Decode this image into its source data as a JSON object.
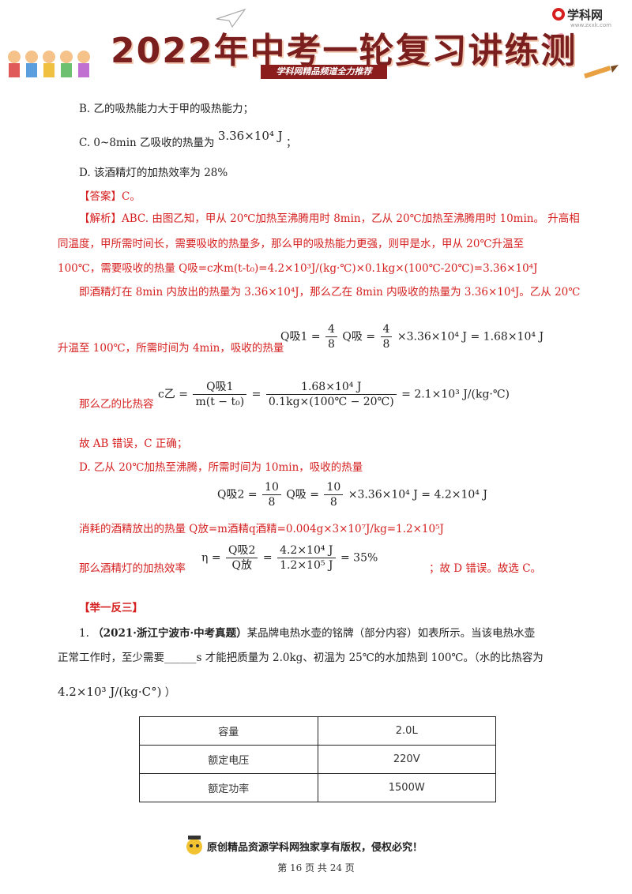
{
  "header": {
    "title": "2022年中考一轮复习讲练测",
    "subtitle": "学科网精品频道全力推荐",
    "logo": "学科网",
    "logo_url_text": "www.zxxk.com"
  },
  "options": {
    "b": "B. 乙的吸热能力大于甲的吸热能力；",
    "c_prefix": "C. 0~8min 乙吸收的热量为",
    "c_value": "3.36×10⁴ J",
    "c_suffix": "；",
    "d": "D. 该酒精灯的加热效率为 28%"
  },
  "answer": "【答案】C。",
  "analysis": {
    "line1": "【解析】ABC. 由图乙知，甲从 20℃加热至沸腾用时 8min，乙从 20℃加热至沸腾用时 10min。 升高相",
    "line2": "同温度，甲所需时间长，需要吸收的热量多，那么甲的吸热能力更强，则甲是水，甲从 20℃升温至",
    "line3": "100℃，需要吸收的热量 Q吸=c水m(t-t₀)=4.2×10³J/(kg·℃)×0.1kg×(100℃-20℃)=3.36×10⁴J",
    "line4": "即酒精灯在 8min 内放出的热量为 3.36×10⁴J，那么乙在 8min 内吸收的热量为 3.36×10⁴J。乙从 20℃",
    "line5_text": "升温至 100℃，所需时间为 4min，吸收的热量",
    "eq1": {
      "lhs": "Q吸1 =",
      "f1n": "4",
      "f1d": "8",
      "mid": "Q吸 =",
      "f2n": "4",
      "f2d": "8",
      "rhs": "×3.36×10⁴ J = 1.68×10⁴ J"
    },
    "line6_text": "那么乙的比热容",
    "eq2": {
      "lhs": "c乙 =",
      "f1n": "Q吸1",
      "f1d": "m(t − t₀)",
      "eq": "=",
      "f2n": "1.68×10⁴ J",
      "f2d": "0.1kg×(100℃ − 20℃)",
      "rhs": "= 2.1×10³ J/(kg·℃)"
    },
    "line7": "故 AB 错误，C 正确；",
    "line8": "D. 乙从 20℃加热至沸腾，所需时间为 10min，吸收的热量",
    "eq3": {
      "lhs": "Q吸2 =",
      "f1n": "10",
      "f1d": "8",
      "mid": "Q吸 =",
      "f2n": "10",
      "f2d": "8",
      "rhs": "×3.36×10⁴ J = 4.2×10⁴ J"
    },
    "line9": "消耗的酒精放出的热量 Q放=m酒精q酒精=0.004g×3×10⁷J/kg=1.2×10⁵J",
    "line10_text": "那么酒精灯的加热效率",
    "eq4": {
      "lhs": "η =",
      "f1n": "Q吸2",
      "f1d": "Q放",
      "eq": "=",
      "f2n": "4.2×10⁴ J",
      "f2d": "1.2×10⁵ J",
      "rhs": "= 35%"
    },
    "line10_tail": "；故 D 错误。故选 C。"
  },
  "section_title": "【举一反三】",
  "question": {
    "number": "1.",
    "source": "（2021·浙江宁波市·中考真题）",
    "text1": "某品牌电热水壶的铭牌（部分内容）如表所示。当该电热水壶",
    "text2": "正常工作时，至少需要______s 才能把质量为 2.0kg、初温为 25℃的水加热到 100℃。（水的比热容为",
    "text3": "4.2×10³ J/(kg·C°)",
    "text3_tail": "）"
  },
  "table": [
    [
      "容量",
      "2.0L"
    ],
    [
      "额定电压",
      "220V"
    ],
    [
      "额定功率",
      "1500W"
    ]
  ],
  "footer": {
    "notice": "原创精品资源学科网独家享有版权，侵权必究！",
    "page": "第 16 页 共 24 页"
  }
}
